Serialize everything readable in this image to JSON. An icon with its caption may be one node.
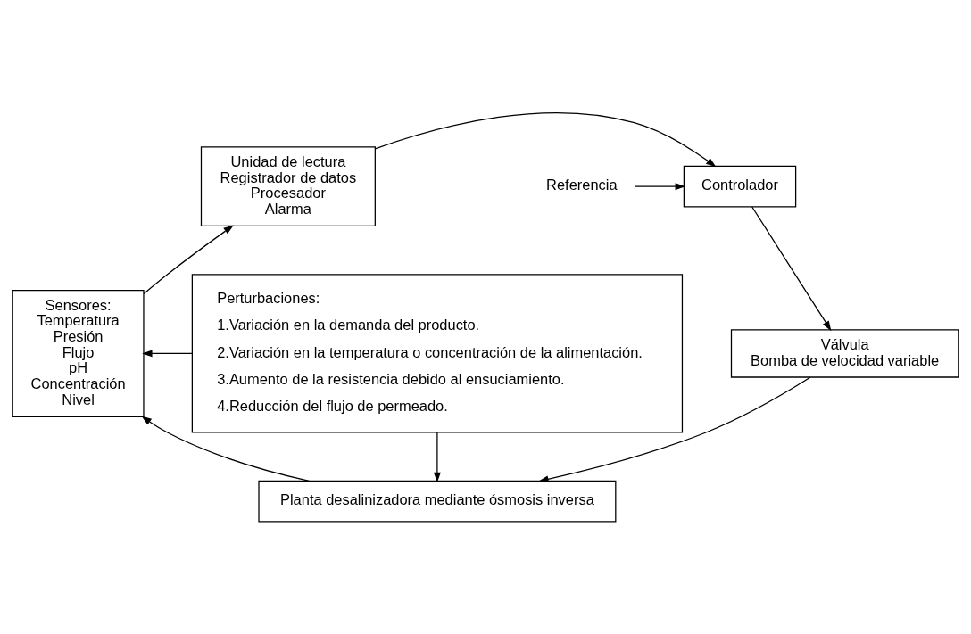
{
  "diagram": {
    "nodes": [
      {
        "text": [
          "Controlador"
        ]
      },
      {
        "text": [
          "Unidad de lectura",
          "Registrador de datos",
          "Procesador",
          "Alarma"
        ]
      },
      {
        "text": [
          "Válvula",
          "Bomba de velocidad variable"
        ]
      },
      {
        "text": [
          "Sensores:",
          "Temperatura",
          "Presión",
          "Flujo",
          "pH",
          "Concentración",
          "Nivel"
        ]
      },
      {
        "text": [
          "Planta desalinizadora mediante ósmosis inversa"
        ]
      },
      {
        "text": [
          "Perturbaciones:",
          "1.Variación en la demanda del producto.",
          "2.Variación en la temperatura o concentración de la alimentación.",
          "3.Aumento de la resistencia debido al ensuciamiento.",
          "4.Reducción del flujo de permeado."
        ]
      },
      {
        "text": [
          "Referencia"
        ]
      }
    ],
    "edges": [
      {
        "from": 6,
        "to": 0,
        "arrow": "to"
      },
      {
        "from": 1,
        "to": 0,
        "arrow": "to"
      },
      {
        "from": 0,
        "to": 2,
        "arrow": "to"
      },
      {
        "from": 2,
        "to": 4,
        "arrow": "to"
      },
      {
        "from": 4,
        "to": 3,
        "arrow": "to"
      },
      {
        "from": 3,
        "to": 1,
        "arrow": "to"
      },
      {
        "from": 5,
        "to": 3,
        "arrow": "to"
      },
      {
        "from": 5,
        "to": 4,
        "arrow": "to"
      }
    ]
  }
}
